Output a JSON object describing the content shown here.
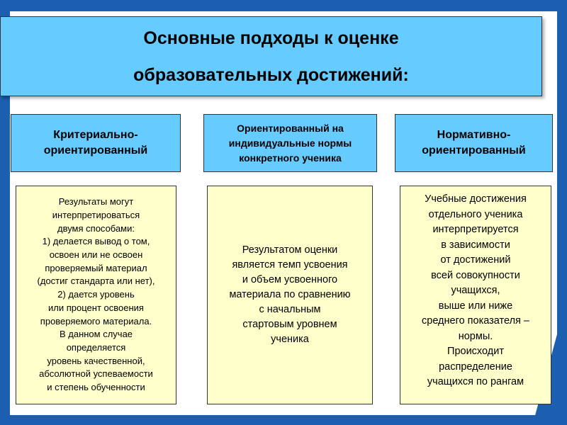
{
  "title": {
    "lines": [
      "Основные подходы к оценке",
      "образовательных достижений:"
    ]
  },
  "approaches": [
    {
      "header": [
        "Критериально-",
        "ориентированный"
      ],
      "body": [
        "Результаты могут",
        "интерпретироваться",
        "двумя способами:",
        "1) делается вывод о том,",
        "освоен или не освоен",
        "проверяемый материал",
        "(достиг стандарта или нет),",
        "2)  дается уровень",
        "или процент освоения",
        "проверяемого материала.",
        "В данном случае",
        "определяется",
        "уровень качественной,",
        "абсолютной успеваемости",
        "и степень обученности"
      ]
    },
    {
      "header": [
        "Ориентированный на",
        "индивидуальные нормы",
        "конкретного ученика"
      ],
      "body": [
        "Результатом оценки",
        "является темп усвоения",
        "и объем усвоенного",
        "материала по сравнению",
        "с начальным",
        "стартовым уровнем",
        "ученика"
      ]
    },
    {
      "header": [
        "Нормативно-",
        "ориентированный"
      ],
      "body": [
        "Учебные достижения",
        "отдельного ученика",
        "интерпретируется",
        "в зависимости",
        "от достижений",
        "всей совокупности",
        "учащихся,",
        "выше или ниже",
        "среднего показателя –",
        "нормы.",
        "Происходит",
        "распределение",
        "учащихся по рангам"
      ]
    }
  ],
  "colors": {
    "background": "#1c5eb0",
    "header": "#66ccff",
    "body": "#ffffcc"
  }
}
